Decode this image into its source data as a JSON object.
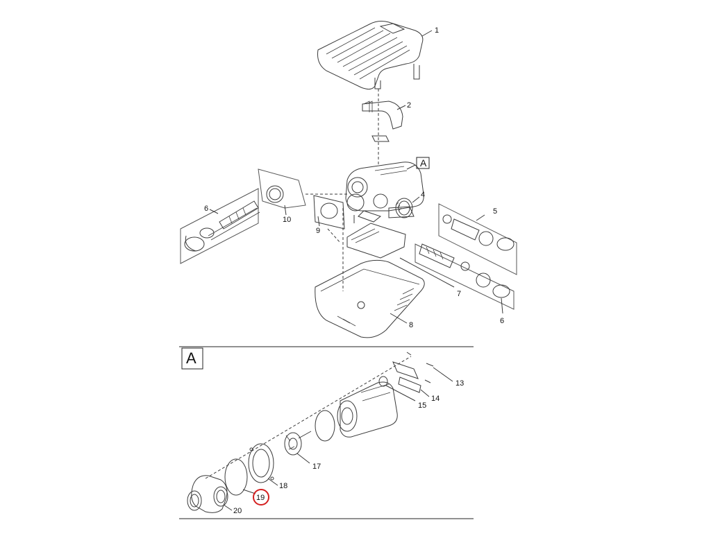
{
  "diagram": {
    "callouts": {
      "p1": "1",
      "p2": "2",
      "pA": "A",
      "p4": "4",
      "p5": "5",
      "p6_left": "6",
      "p6_right": "6",
      "p7": "7",
      "p8": "8",
      "p9": "9",
      "p10": "10",
      "pA_section": "A",
      "p13": "13",
      "p14": "14",
      "p15": "15",
      "p17": "17",
      "p18": "18",
      "p19": "19",
      "p20": "20"
    },
    "highlighted_part": "19",
    "colors": {
      "line": "#3a3a3a",
      "highlight": "#d42020",
      "background": "#ffffff"
    }
  }
}
